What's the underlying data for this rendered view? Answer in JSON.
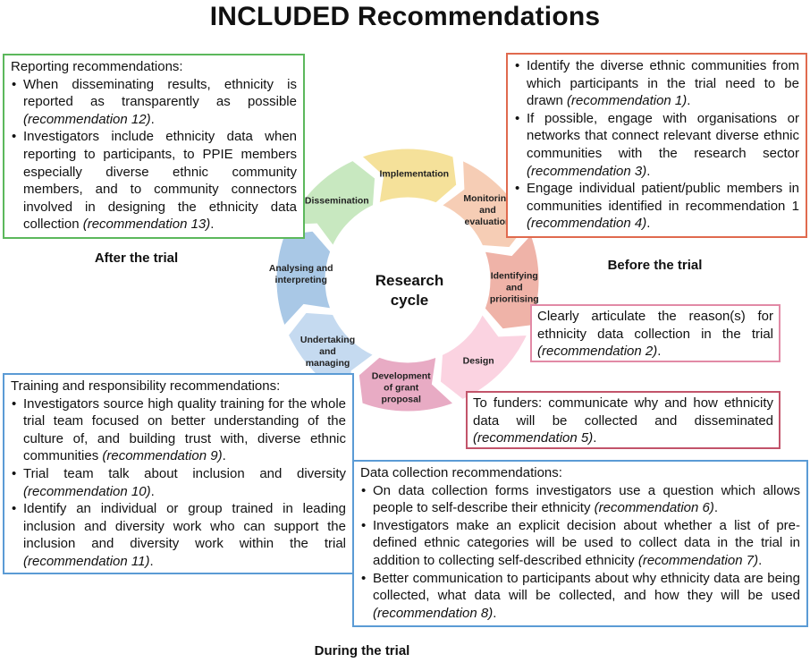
{
  "title": "INCLUDED Recommendations",
  "cycle": {
    "center": [
      "Research",
      "cycle"
    ],
    "stages": [
      {
        "lines": [
          "Implementation"
        ],
        "color": "#f5e19a"
      },
      {
        "lines": [
          "Monitoring",
          "and",
          "evaluation"
        ],
        "color": "#f6cdb5"
      },
      {
        "lines": [
          "Identifying",
          "and",
          "prioritising"
        ],
        "color": "#efb3a8"
      },
      {
        "lines": [
          "Design"
        ],
        "color": "#fbd3e1"
      },
      {
        "lines": [
          "Development",
          "of grant",
          "proposal"
        ],
        "color": "#e8abc4"
      },
      {
        "lines": [
          "Undertaking",
          "and",
          "managing"
        ],
        "color": "#c5daf0"
      },
      {
        "lines": [
          "Analysing and",
          "interpreting"
        ],
        "color": "#a9c8e6"
      },
      {
        "lines": [
          "Dissemination"
        ],
        "color": "#c8e8c0"
      }
    ]
  },
  "phases": {
    "after": "After the trial",
    "before": "Before the trial",
    "during": "During the trial"
  },
  "reporting": {
    "heading": "Reporting recommendations:",
    "items": [
      {
        "text": "When disseminating results, ethnicity is reported as transparently as possible ",
        "rec": "(recommendation 12)",
        "end": "."
      },
      {
        "text": "Investigators include ethnicity data when reporting to participants, to PPIE members especially diverse ethnic community members, and to community connectors involved in designing the ethnicity data collection ",
        "rec": "(recommendation 13)",
        "end": "."
      }
    ]
  },
  "before": {
    "items": [
      {
        "text": "Identify the diverse ethnic communities from which participants in the trial need to be drawn ",
        "rec": "(recommendation 1)",
        "end": "."
      },
      {
        "text": "If possible, engage with organisations or networks that connect relevant diverse ethnic communities with the research sector ",
        "rec": "(recommendation 3)",
        "end": "."
      },
      {
        "text": "Engage individual patient/public members in communities identified in recommendation 1 ",
        "rec": "(recommendation 4)",
        "end": "."
      }
    ]
  },
  "design": {
    "text": "Clearly articulate the reason(s) for ethnicity data collection in the trial ",
    "rec": "(recommendation 2)",
    "end": "."
  },
  "funders": {
    "text": "To funders: communicate why and how ethnicity data will be collected and disseminated ",
    "rec": "(recommendation 5)",
    "end": "."
  },
  "training": {
    "heading": "Training and responsibility recommendations:",
    "items": [
      {
        "text": "Investigators source high quality training for the whole trial team focused on better understanding of the culture of, and building trust with, diverse ethnic communities ",
        "rec": "(recommendation 9)",
        "end": "."
      },
      {
        "text": "Trial team talk about inclusion and diversity ",
        "rec": "(recommendation 10)",
        "end": "."
      },
      {
        "text": "Identify an individual or group trained in leading inclusion and diversity work who can support the inclusion and diversity work within the trial ",
        "rec": "(recommendation 11)",
        "end": "."
      }
    ]
  },
  "data_collection": {
    "heading": "Data collection recommendations:",
    "items": [
      {
        "text": "On data collection forms investigators use a question which allows people to self-describe their ethnicity ",
        "rec": "(recommendation 6)",
        "end": "."
      },
      {
        "text": "Investigators make an explicit decision about whether a list of pre-defined ethnic categories will be used to collect data in the trial in addition to collecting self-described ethnicity ",
        "rec": "(recommendation 7)",
        "end": "."
      },
      {
        "text": "Better communication to participants about why ethnicity data are being collected, what data will be collected, and how they will be used ",
        "rec": "(recommendation 8)",
        "end": "."
      }
    ]
  }
}
